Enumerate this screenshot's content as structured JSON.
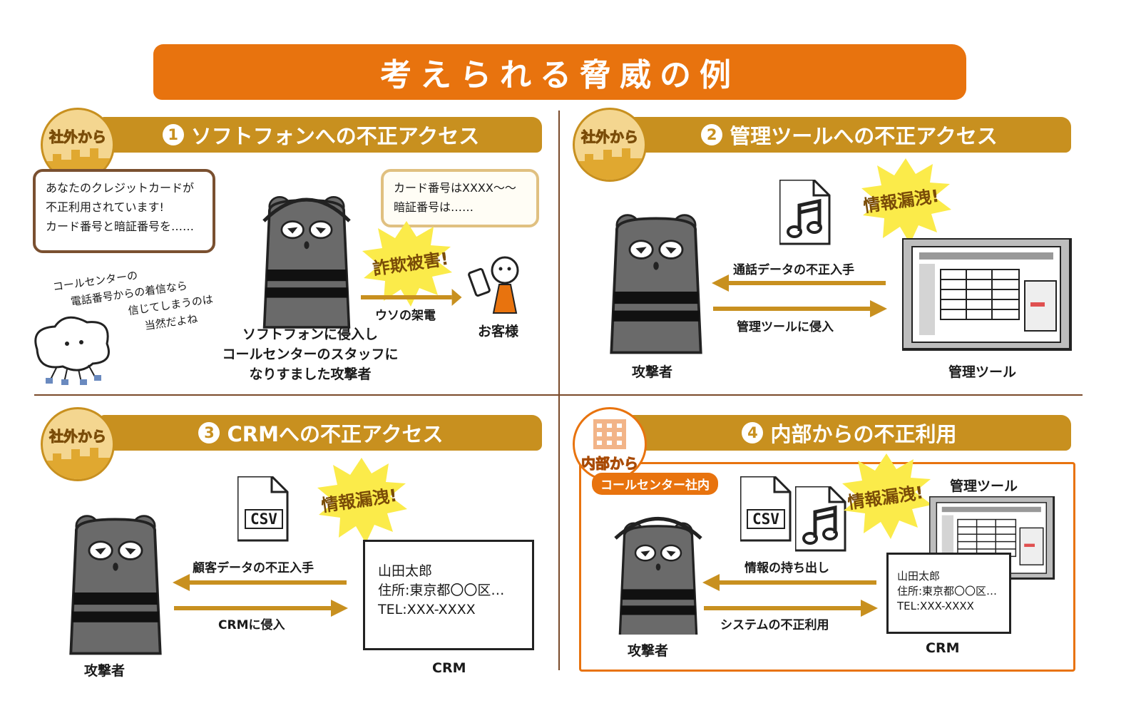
{
  "title": "考えられる脅威の例",
  "badges": {
    "outside": "社外から",
    "inside": "内部から"
  },
  "panels": [
    {
      "num": "1",
      "heading": "ソフトフォンへの不正アクセス",
      "bubble_left": [
        "あなたのクレジットカードが",
        "不正利用されています!",
        "カード番号と暗証番号を……"
      ],
      "bubble_right": [
        "カード番号はXXXX〜〜",
        "暗証番号は……"
      ],
      "burst": "詐欺被害!",
      "arrow_label": "ウソの架電",
      "customer_label": "お客様",
      "attacker_caption": [
        "ソフトフォンに侵入し",
        "コールセンターのスタッフに",
        "なりすました攻撃者"
      ],
      "handwritten": [
        "コールセンターの",
        "電話番号からの着信なら",
        "信じてしまうのは",
        "当然だよね"
      ]
    },
    {
      "num": "2",
      "heading": "管理ツールへの不正アクセス",
      "burst": "情報漏洩!",
      "arrow_left_label": "通話データの不正入手",
      "arrow_right_label": "管理ツールに侵入",
      "attacker_label": "攻撃者",
      "target_label": "管理ツール"
    },
    {
      "num": "3",
      "heading": "CRMへの不正アクセス",
      "file_label": "CSV",
      "burst": "情報漏洩!",
      "arrow_left_label": "顧客データの不正入手",
      "arrow_right_label": "CRMに侵入",
      "attacker_label": "攻撃者",
      "target_label": "CRM",
      "card_lines": [
        "山田太郎",
        "住所:東京都〇〇区…",
        "TEL:XXX-XXXX"
      ]
    },
    {
      "num": "4",
      "heading": "内部からの不正利用",
      "location_tag": "コールセンター社内",
      "file_label": "CSV",
      "burst": "情報漏洩!",
      "tool_label": "管理ツール",
      "arrow_left_label": "情報の持ち出し",
      "arrow_right_label": "システムの不正利用",
      "attacker_label": "攻撃者",
      "target_label": "CRM",
      "card_lines": [
        "山田太郎",
        "住所:東京都〇〇区…",
        "TEL:XXX-XXXX"
      ]
    }
  ],
  "colors": {
    "orange": "#e8730e",
    "gold": "#c8901f",
    "burst": "#fbeb4a",
    "bear": "#6a6a6a"
  }
}
